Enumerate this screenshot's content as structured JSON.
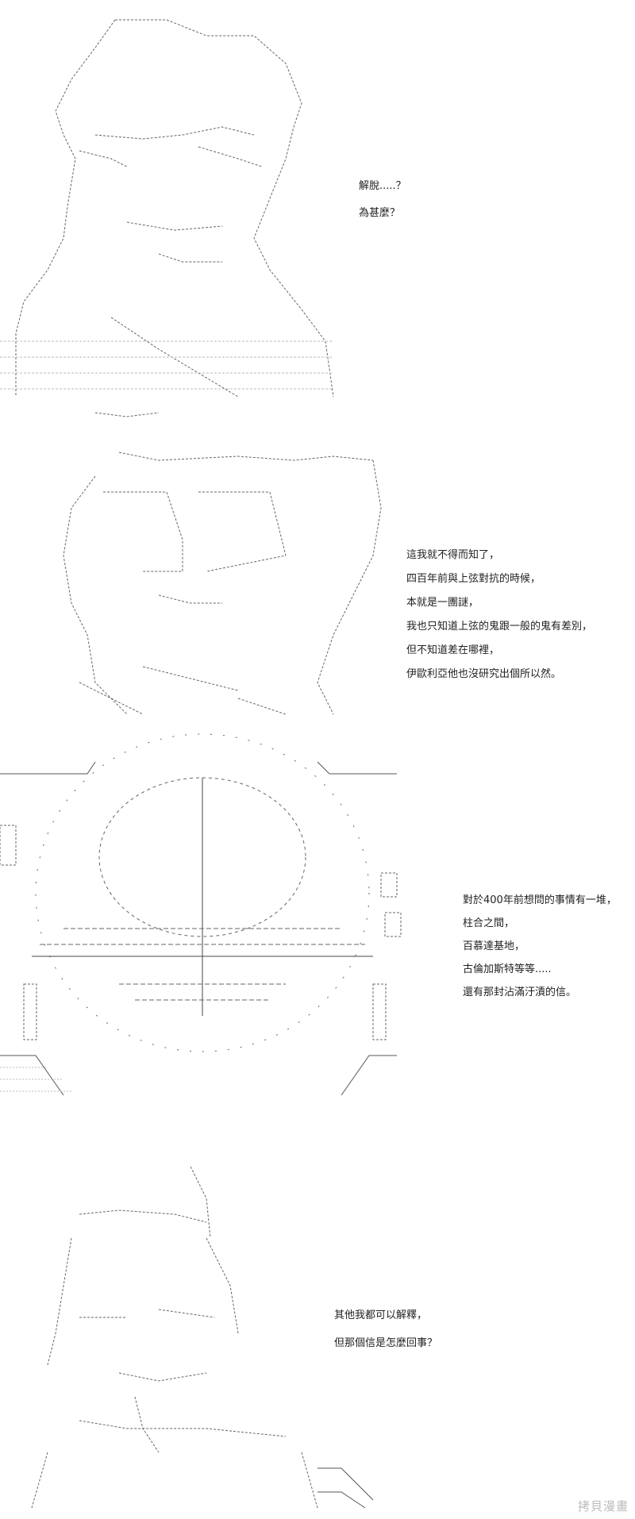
{
  "panels": [
    {
      "lines": [
        "解脫.....？",
        "為甚麼？"
      ]
    },
    {
      "lines": [
        "這我就不得而知了，",
        "四百年前與上弦對抗的時候，",
        "本就是一團謎，",
        "我也只知道上弦的鬼跟一般的鬼有差別，",
        "但不知道差在哪裡，",
        "伊歐利亞他也沒研究出個所以然。"
      ]
    },
    {
      "lines": [
        "對於400年前想問的事情有一堆，",
        "柱合之間，",
        "百慕達基地，",
        "古倫加斯特等等.....",
        "還有那封沾滿汙漬的信。"
      ]
    },
    {
      "lines": [
        "其他我都可以解釋，",
        "但那個信是怎麼回事？"
      ]
    }
  ],
  "watermark": "拷貝漫畫",
  "colors": {
    "ink": "#222222",
    "art": "#555555"
  }
}
